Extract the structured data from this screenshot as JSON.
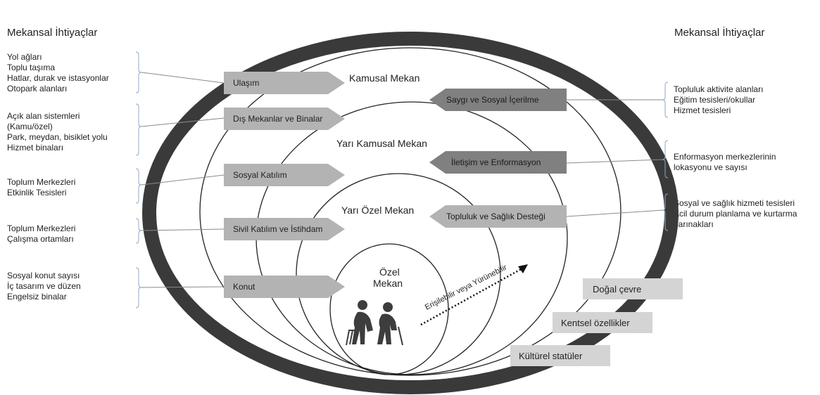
{
  "left": {
    "title": "Mekansal İhtiyaçlar",
    "groups": [
      {
        "items": [
          "Yol ağları",
          "Toplu taşıma",
          "Hatlar, durak ve istasyonlar",
          "Otopark alanları"
        ],
        "arrow": "Ulaşım"
      },
      {
        "items": [
          "Açık alan sistemleri",
          "(Kamu/özel)",
          "Park, meydan, bisiklet yolu",
          "Hizmet binaları"
        ],
        "arrow": "Dış Mekanlar ve Binalar"
      },
      {
        "items": [
          "Toplum Merkezleri",
          "Etkinlik Tesisleri"
        ],
        "arrow": "Sosyal Katılım"
      },
      {
        "items": [
          "Toplum Merkezleri",
          "Çalışma ortamları"
        ],
        "arrow": "Sivil Katılım ve İstihdam"
      },
      {
        "items": [
          "Sosyal konut sayısı",
          "İç tasarım ve düzen",
          "Engelsiz binalar"
        ],
        "arrow": "Konut"
      }
    ]
  },
  "right": {
    "title": "Mekansal İhtiyaçlar",
    "groups": [
      {
        "items": [
          "Topluluk aktivite alanları",
          "Eğitim tesisleri/okullar",
          "Hizmet tesisleri"
        ],
        "arrow": "Saygı ve Sosyal İçerilme"
      },
      {
        "items": [
          "Enformasyon merkezlerinin",
          "lokasyonu ve sayısı"
        ],
        "arrow": "İletişim ve Enformasyon"
      },
      {
        "items": [
          "Sosyal ve sağlık hizmeti tesisleri",
          "Acil durum planlama ve kurtarma",
          "barınakları"
        ],
        "arrow": "Topluluk ve Sağlık Desteği"
      }
    ]
  },
  "circles": {
    "public": "Kamusal Mekan",
    "semi_public": "Yarı Kamusal Mekan",
    "semi_private": "Yarı Özel Mekan",
    "private_line1": "Özel",
    "private_line2": "Mekan"
  },
  "accessible_label": "Erişilebilir veya Yürünebilir",
  "bottom_labels": [
    "Doğal çevre",
    "Kentsel özellikler",
    "Kültürel statüler"
  ],
  "colors": {
    "arrow_light": "#b3b3b3",
    "arrow_dark": "#808080",
    "label_bg": "#d4d4d4",
    "ring": "#3a3a3a",
    "bracket": "#8fa8c8"
  }
}
